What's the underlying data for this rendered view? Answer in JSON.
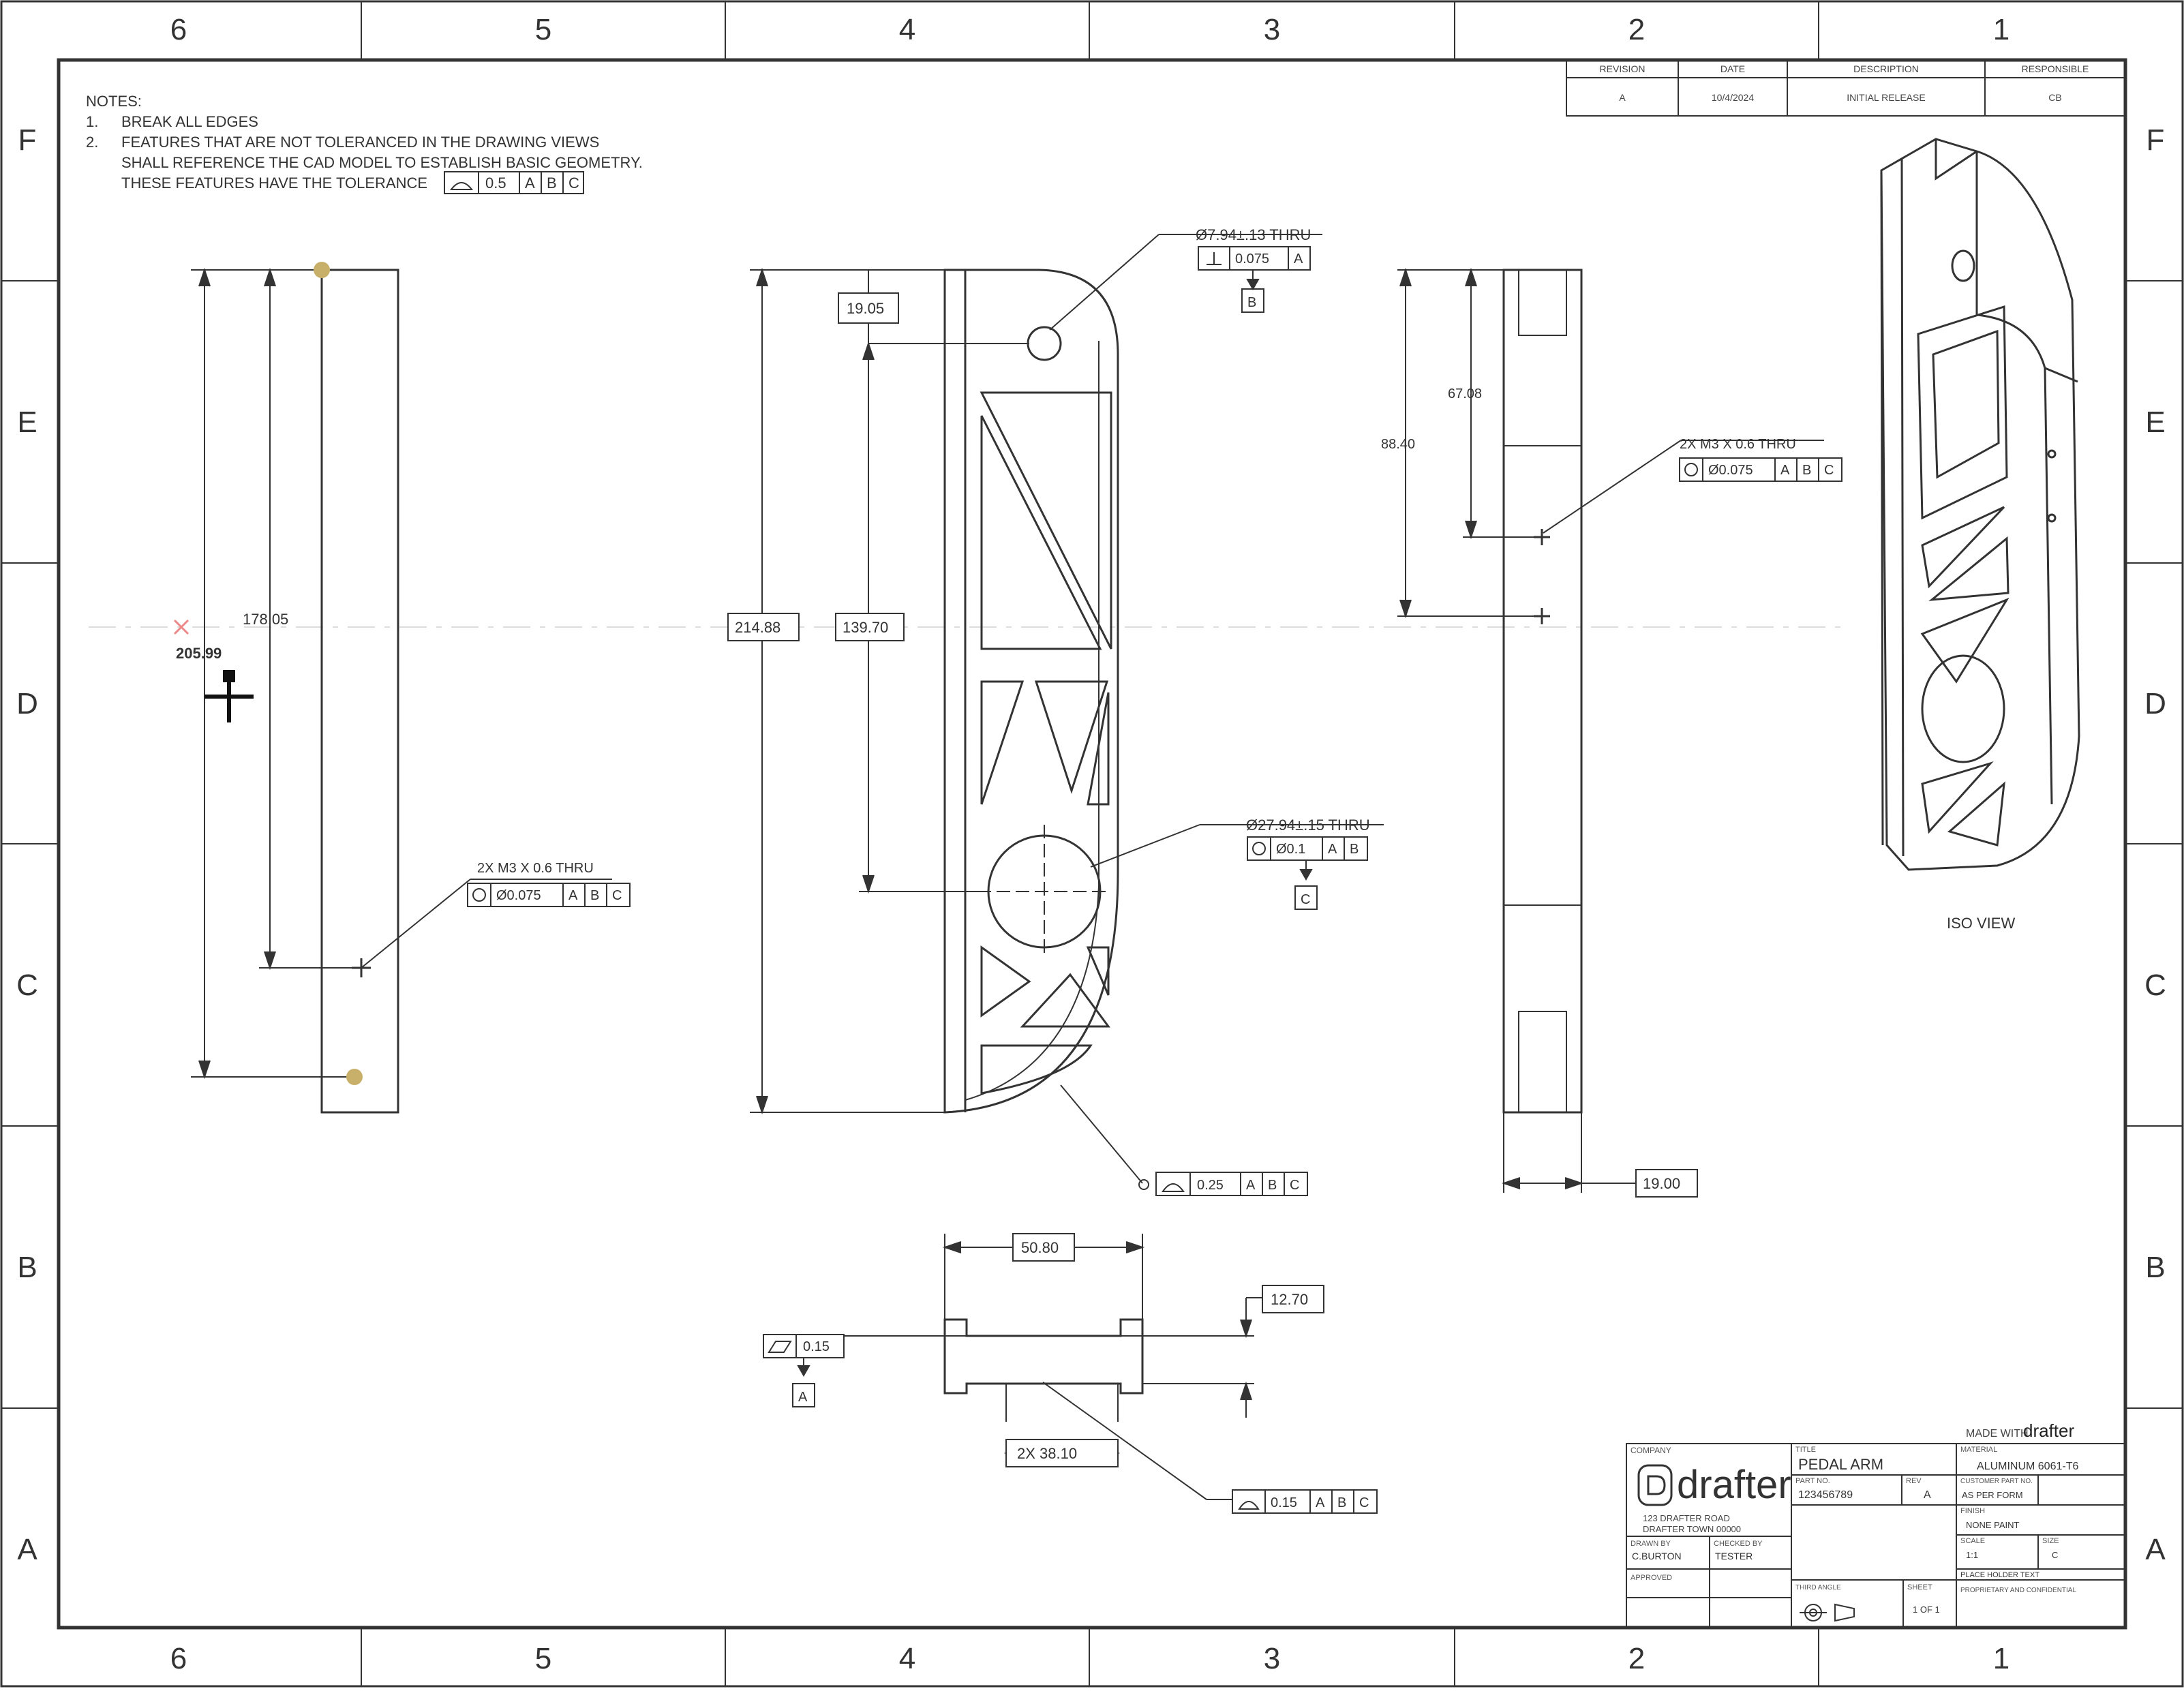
{
  "zones": {
    "columns": [
      "6",
      "5",
      "4",
      "3",
      "2",
      "1"
    ],
    "rows": [
      "F",
      "E",
      "D",
      "C",
      "B",
      "A"
    ]
  },
  "notes": {
    "heading": "NOTES:",
    "n1_num": "1.",
    "n1": "BREAK ALL EDGES",
    "n2_num": "2.",
    "n2_line1": "FEATURES THAT ARE NOT TOLERANCED IN THE DRAWING VIEWS",
    "n2_line2": "SHALL REFERENCE THE CAD MODEL TO ESTABLISH BASIC GEOMETRY.",
    "n2_line3": "THESE FEATURES HAVE THE TOLERANCE",
    "fcf_value": "0.5",
    "fcf_a": "A",
    "fcf_b": "B",
    "fcf_c": "C"
  },
  "revision_table": {
    "headers": [
      "REVISION",
      "DATE",
      "DESCRIPTION",
      "RESPONSIBLE"
    ],
    "row": [
      "A",
      "10/4/2024",
      "INITIAL RELEASE",
      "CB"
    ]
  },
  "left_view": {
    "dim_overall": "205.99",
    "dim_hole": "178.05",
    "callout": "2X M3 X 0.6 THRU",
    "fcf_value": "Ø0.075",
    "fcf_a": "A",
    "fcf_b": "B",
    "fcf_c": "C"
  },
  "front_view": {
    "dim_overall": "214.88",
    "dim_top": "19.05",
    "dim_center": "139.70",
    "hole_small": "Ø7.94±.13 THRU",
    "hole_small_fcf": "0.075",
    "hole_small_ref": "A",
    "datum_b": "B",
    "hole_large": "Ø27.94±.15 THRU",
    "hole_large_fcf": "Ø0.1",
    "hole_large_a": "A",
    "hole_large_b": "B",
    "datum_c": "C",
    "profile_value": "0.25",
    "profile_a": "A",
    "profile_b": "B",
    "profile_c": "C"
  },
  "right_view": {
    "dim_large": "88.40",
    "dim_small": "67.08",
    "callout": "2X M3 X 0.6 THRU",
    "fcf_value": "Ø0.075",
    "fcf_a": "A",
    "fcf_b": "B",
    "fcf_c": "C",
    "dim_width": "19.00"
  },
  "bottom_view": {
    "dim_top": "50.80",
    "dim_height": "12.70",
    "dim_bottom": "2X 38.10",
    "flatness_value": "0.15",
    "datum_a": "A",
    "profile_value": "0.15",
    "profile_a": "A",
    "profile_b": "B",
    "profile_c": "C"
  },
  "iso_view": {
    "label": "ISO VIEW"
  },
  "title_block": {
    "made_with": "MADE WITH",
    "made_with_brand": "drafter",
    "company_label": "COMPANY",
    "logo_text": "drafter",
    "address_1": "123 DRAFTER ROAD",
    "address_2": "DRAFTER TOWN 00000",
    "title_label": "TITLE",
    "title": "PEDAL ARM",
    "part_no_label": "PART NO.",
    "part_no": "123456789",
    "rev_label": "REV",
    "rev": "A",
    "material_label": "MATERIAL",
    "material": "ALUMINUM 6061-T6",
    "customer_label": "CUSTOMER PART NO.",
    "customer": "AS PER FORM",
    "drawn_label": "DRAWN BY",
    "drawn": "C.BURTON",
    "checked_label": "CHECKED BY",
    "checked": "TESTER",
    "finish_label": "FINISH",
    "finish": "NONE PAINT",
    "scale_label": "SCALE",
    "scale": "1:1",
    "size_label": "SIZE",
    "size": "C",
    "approved_label": "APPROVED",
    "sheet_label": "SHEET",
    "sheet": "1 OF 1",
    "third_angle": "THIRD ANGLE",
    "general_tol": "PLACE HOLDER TEXT",
    "confidential": "PROPRIETARY AND CONFIDENTIAL"
  }
}
